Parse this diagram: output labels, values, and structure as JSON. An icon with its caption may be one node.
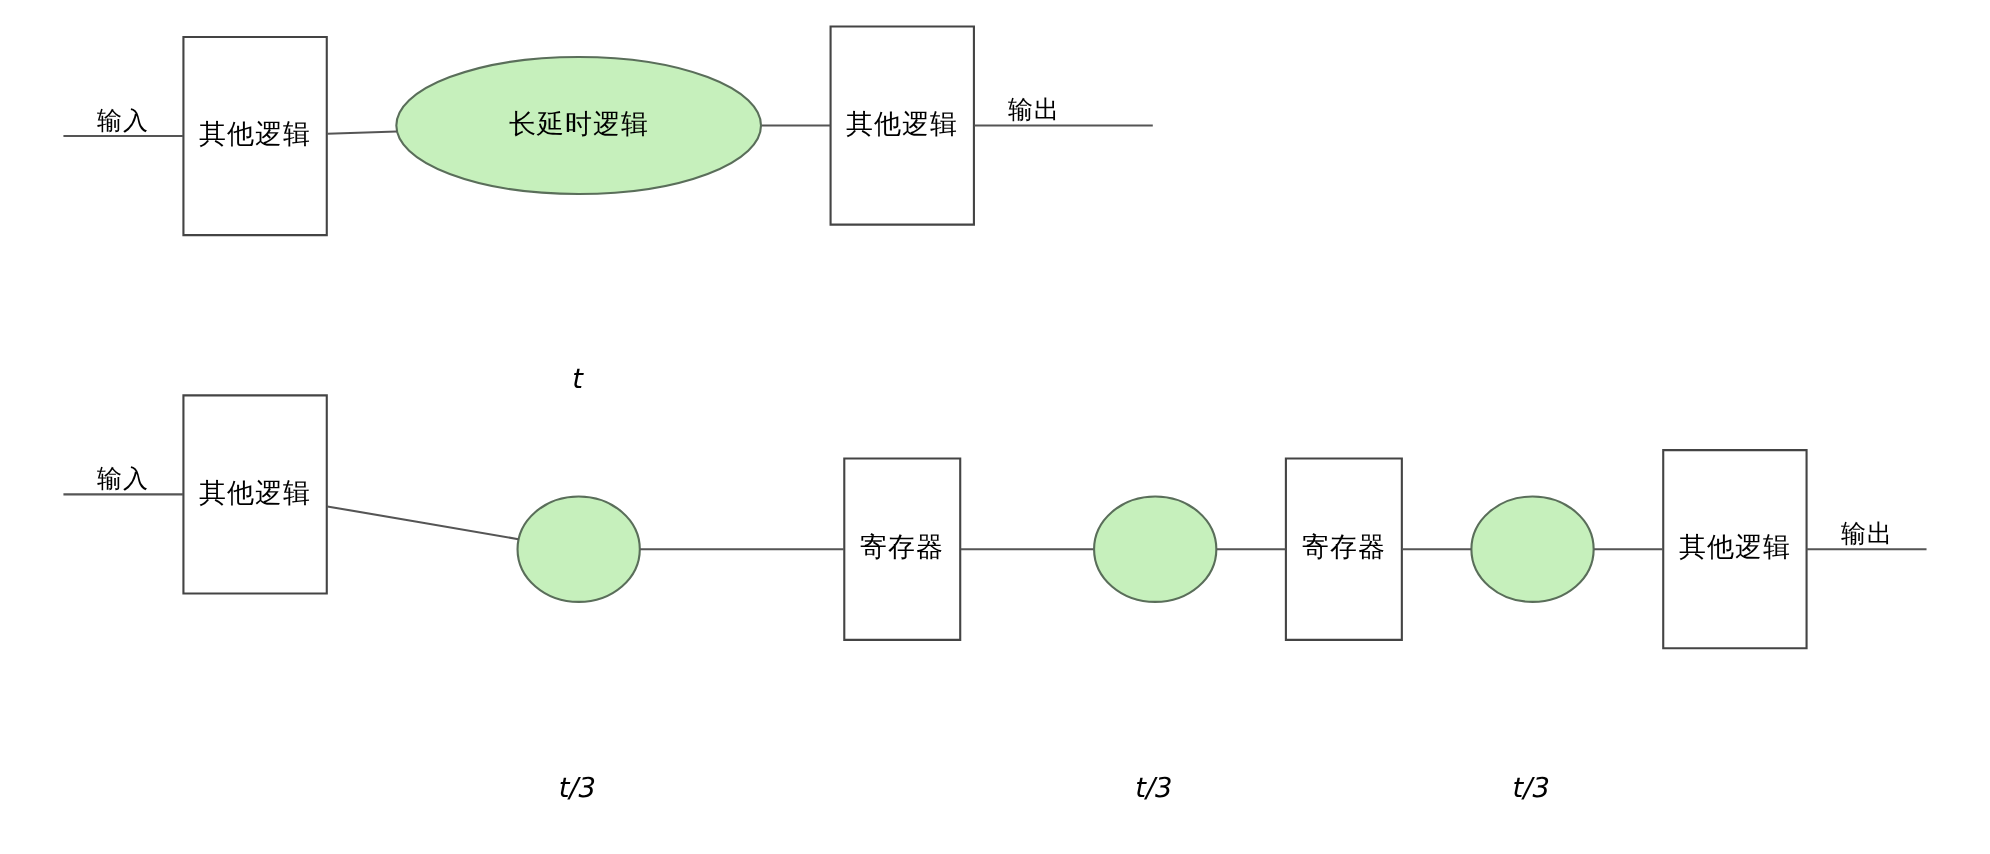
{
  "diagram": {
    "nodes": [
      {
        "text": [
          "其他逻辑"
        ]
      },
      {
        "text": [
          "长延时逻辑"
        ]
      },
      {
        "text": [
          "其他逻辑"
        ]
      },
      {
        "text": [
          "其他逻辑"
        ]
      },
      {
        "text": [],
        "shape": "cloud"
      },
      {
        "text": [
          "寄存器"
        ]
      },
      {
        "text": [],
        "shape": "cloud"
      },
      {
        "text": [
          "寄存器"
        ]
      },
      {
        "text": [],
        "shape": "cloud"
      },
      {
        "text": [
          "其他逻辑"
        ]
      }
    ],
    "edges": [
      {
        "from": null,
        "to": 0,
        "arrow": "none",
        "label": "输入"
      },
      {
        "from": 0,
        "to": 1,
        "arrow": "none"
      },
      {
        "from": 1,
        "to": 2,
        "arrow": "none"
      },
      {
        "from": 2,
        "to": null,
        "arrow": "none",
        "label": "输出"
      },
      {
        "from": null,
        "to": 3,
        "arrow": "none",
        "label": "输入"
      },
      {
        "from": 3,
        "to": 4,
        "arrow": "none"
      },
      {
        "from": 4,
        "to": 5,
        "arrow": "none"
      },
      {
        "from": 5,
        "to": 6,
        "arrow": "none"
      },
      {
        "from": 6,
        "to": 7,
        "arrow": "none"
      },
      {
        "from": 7,
        "to": 8,
        "arrow": "none"
      },
      {
        "from": 8,
        "to": 9,
        "arrow": "none"
      },
      {
        "from": 9,
        "to": null,
        "arrow": "none",
        "label": "输出"
      }
    ],
    "labels": [
      "t",
      "t/3",
      "t/3",
      "t/3"
    ]
  }
}
